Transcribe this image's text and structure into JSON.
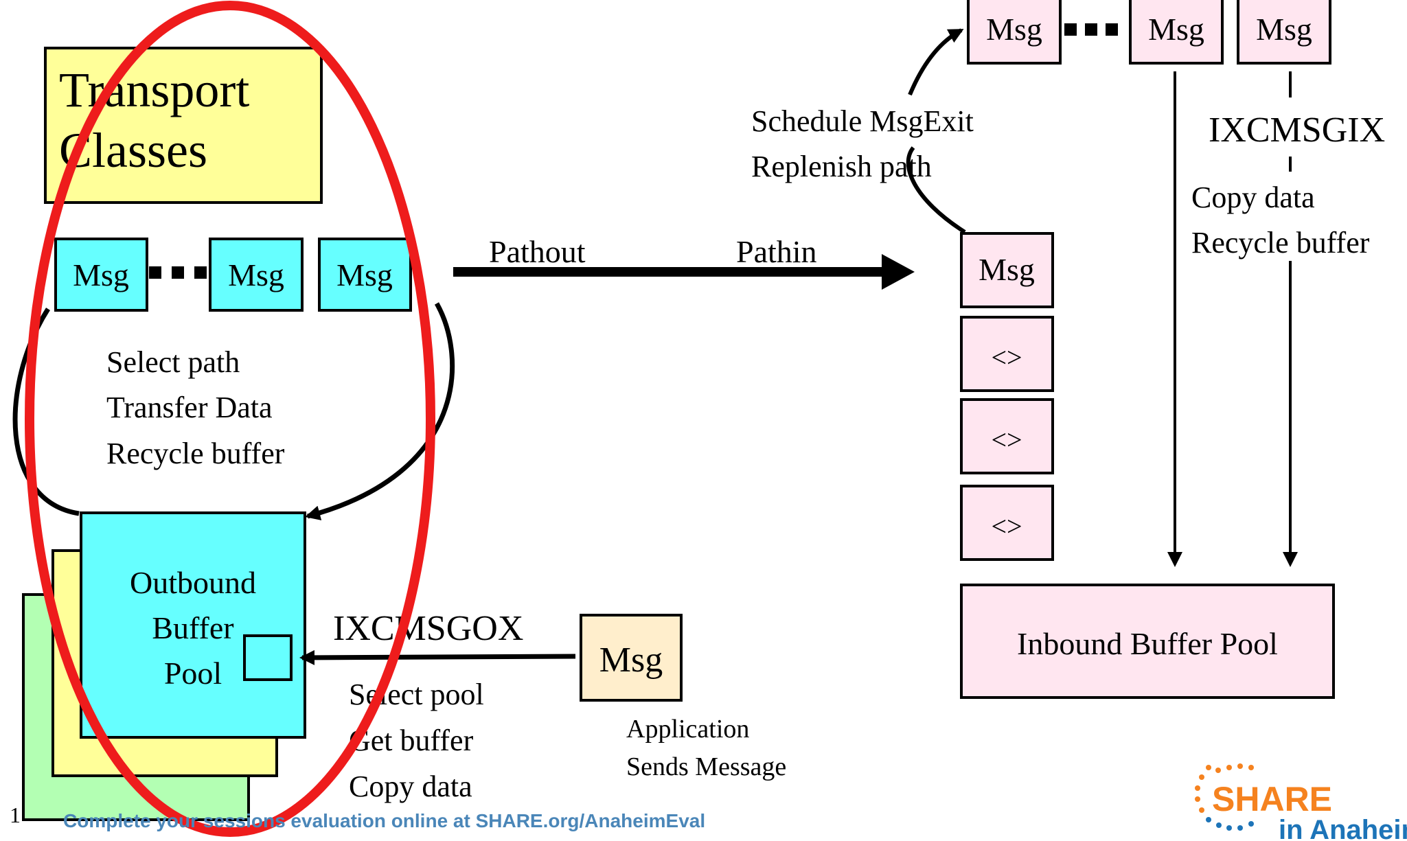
{
  "transport_classes": {
    "line1": "Transport",
    "line2": "Classes"
  },
  "outbound_queue": {
    "msg1": "Msg",
    "msg2": "Msg",
    "msg3": "Msg"
  },
  "outbound_steps": {
    "line1": "Select path",
    "line2": "Transfer Data",
    "line3": "Recycle buffer"
  },
  "outbound_pool": {
    "line1": "Outbound",
    "line2": "Buffer",
    "line3": "Pool"
  },
  "ixcmsgox": {
    "label": "IXCMSGOX",
    "line1": "Select pool",
    "line2": "Get buffer",
    "line3": "Copy data"
  },
  "app_msg": {
    "label": "Msg",
    "caption1": "Application",
    "caption2": "Sends Message"
  },
  "path": {
    "pathout": "Pathout",
    "pathin": "Pathin"
  },
  "inbound_path": {
    "msg": "Msg",
    "empty1": "<>",
    "empty2": "<>",
    "empty3": "<>"
  },
  "msgexit": {
    "line1": "Schedule MsgExit",
    "line2": "Replenish path"
  },
  "inbound_queue": {
    "msg1": "Msg",
    "msg2": "Msg",
    "msg3": "Msg"
  },
  "ixcmsgix": {
    "label": "IXCMSGIX",
    "line1": "Copy data",
    "line2": "Recycle buffer"
  },
  "inbound_pool": {
    "label": "Inbound Buffer Pool"
  },
  "footer": {
    "page_number": "1",
    "eval_text": "Complete your sessions evaluation online at SHARE.org/AnaheimEval",
    "brand": "SHARE",
    "brand_sub": "in Anaheim"
  },
  "colors": {
    "transport_yellow": "#ffff99",
    "msg_cyan": "#66ffff",
    "pool_cyan": "#66ffff",
    "layer_green": "#b3ffb3",
    "layer_yellow": "#ffff99",
    "app_msg_tan": "#ffeecc",
    "inbound_pink": "#ffe6f0",
    "highlight_red": "#ee1c1c",
    "footer_blue": "#4a86b8",
    "share_orange": "#f5821f",
    "share_blue": "#1d74b8"
  }
}
